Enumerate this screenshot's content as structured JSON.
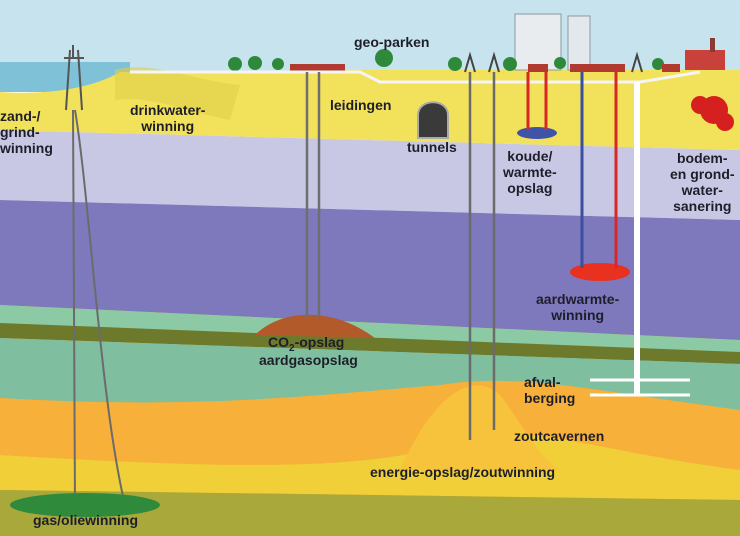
{
  "labels": {
    "sand": "zand-/\ngrind-\nwinning",
    "drinkwater": "drinkwater-\nwinning",
    "geoparken": "geo-parken",
    "leidingen": "leidingen",
    "tunnels": "tunnels",
    "koude": "koude/\nwarmte-\nopslag",
    "bodem": "bodem-\nen grond-\nwater-\nsanering",
    "aardwarmte": "aardwarmte-\nwinning",
    "co2_prefix": "CO",
    "co2_sub": "2",
    "co2_suffix": "-opslag",
    "aardgas": "aardgasopslag",
    "afval": "afval-\nberging",
    "zoutcavernen": "zoutcavernen",
    "energie": "energie-opslag/zoutwinning",
    "gas": "gas/oliewinning"
  },
  "colors": {
    "sky": "#c7e3ee",
    "sea": "#7fc1d6",
    "surface": "#f2e15a",
    "lilac": "#c9c8e4",
    "purple": "#7e78bd",
    "teal": "#8ccaa6",
    "olive": "#6d7a2c",
    "orange": "#f5a01f",
    "gas_dome": "#2f8a3c",
    "co2_dome": "#b35a2b",
    "hot_reservoir": "#e8321f",
    "cold_reservoir": "#3f54a6",
    "pipe_red": "#d72727",
    "pipe_blue": "#3a4fa0"
  }
}
